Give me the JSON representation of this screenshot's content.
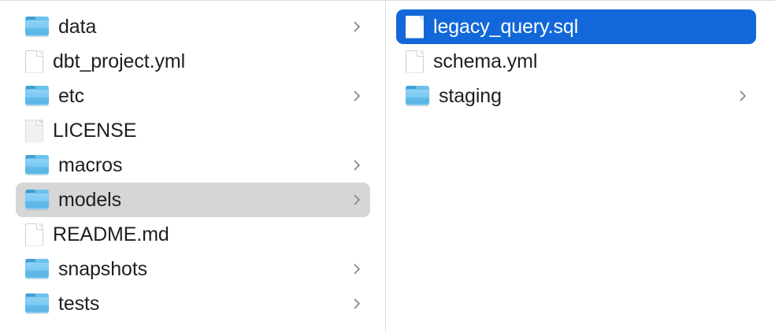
{
  "window": {
    "app": "Finder",
    "view_mode": "column"
  },
  "columns": [
    {
      "name": "parent-column",
      "items": [
        {
          "label": "data",
          "kind": "folder",
          "icon": "folder-icon",
          "has_chevron": true,
          "selected": false,
          "selection_state": "none"
        },
        {
          "label": "dbt_project.yml",
          "kind": "file",
          "icon": "document-icon",
          "has_chevron": false,
          "selected": false,
          "selection_state": "none"
        },
        {
          "label": "etc",
          "kind": "folder",
          "icon": "folder-icon",
          "has_chevron": true,
          "selected": false,
          "selection_state": "none"
        },
        {
          "label": "LICENSE",
          "kind": "file-generic",
          "icon": "document-icon",
          "has_chevron": false,
          "selected": false,
          "selection_state": "none"
        },
        {
          "label": "macros",
          "kind": "folder",
          "icon": "folder-icon",
          "has_chevron": true,
          "selected": false,
          "selection_state": "none"
        },
        {
          "label": "models",
          "kind": "folder",
          "icon": "folder-icon",
          "has_chevron": true,
          "selected": true,
          "selection_state": "inactive"
        },
        {
          "label": "README.md",
          "kind": "file",
          "icon": "document-icon",
          "has_chevron": false,
          "selected": false,
          "selection_state": "none"
        },
        {
          "label": "snapshots",
          "kind": "folder",
          "icon": "folder-icon",
          "has_chevron": true,
          "selected": false,
          "selection_state": "none"
        },
        {
          "label": "tests",
          "kind": "folder",
          "icon": "folder-icon",
          "has_chevron": true,
          "selected": false,
          "selection_state": "none"
        }
      ]
    },
    {
      "name": "child-column",
      "items": [
        {
          "label": "legacy_query.sql",
          "kind": "file",
          "icon": "document-icon",
          "has_chevron": false,
          "selected": true,
          "selection_state": "active"
        },
        {
          "label": "schema.yml",
          "kind": "file",
          "icon": "document-icon",
          "has_chevron": false,
          "selected": false,
          "selection_state": "none"
        },
        {
          "label": "staging",
          "kind": "folder",
          "icon": "folder-icon",
          "has_chevron": true,
          "selected": false,
          "selection_state": "none"
        }
      ]
    }
  ],
  "colors": {
    "selection_active": "#1268d8",
    "selection_inactive": "#d6d6d6",
    "folder_blue": "#7ccaf2",
    "text": "#1f1f1f",
    "text_selected": "#ffffff",
    "separator": "#dcdcdc",
    "chevron": "#8a8a8a",
    "background": "#ffffff"
  }
}
